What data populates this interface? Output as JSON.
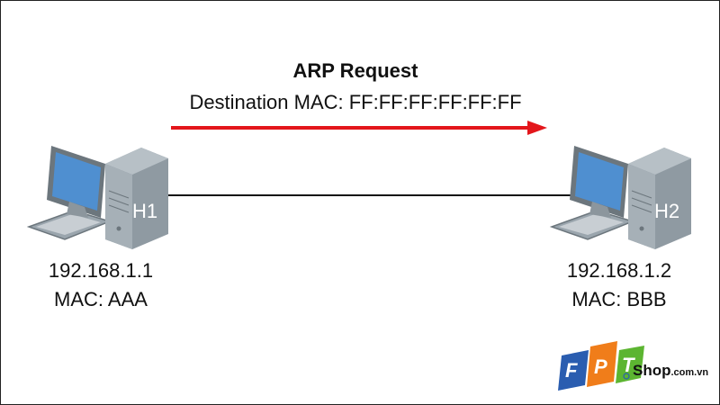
{
  "title": "ARP Request",
  "destination": "Destination MAC: FF:FF:FF:FF:FF:FF",
  "arrow_color": "#e3161b",
  "hosts": [
    {
      "name": "H1",
      "ip": "192.168.1.1",
      "mac": "MAC: AAA"
    },
    {
      "name": "H2",
      "ip": "192.168.1.2",
      "mac": "MAC: BBB"
    }
  ],
  "logo": {
    "letters": [
      "F",
      "P",
      "T"
    ],
    "shop": "Shop",
    "domain": ".com.vn",
    "colors": [
      "#2a5db0",
      "#f07d1a",
      "#5cb531"
    ]
  }
}
